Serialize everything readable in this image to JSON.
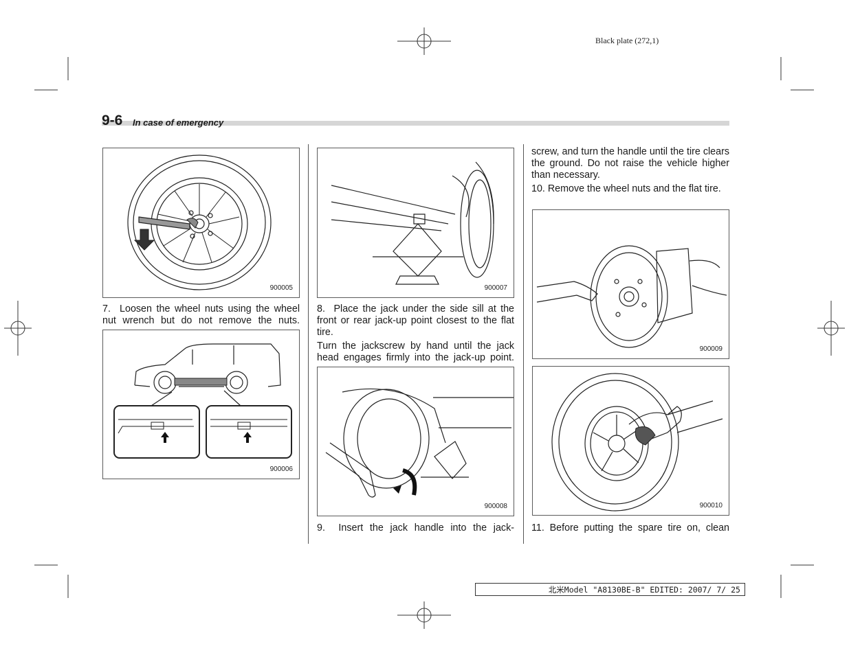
{
  "plate_label": "Black plate (272,1)",
  "header": {
    "page_number": "9-6",
    "section_title": "In case of emergency"
  },
  "figures": {
    "f900005": "900005",
    "f900006": "900006",
    "f900007": "900007",
    "f900008": "900008",
    "f900009": "900009",
    "f900010": "900010"
  },
  "steps": {
    "step7": "7.  Loosen the wheel nuts using the wheel nut wrench but do not remove the nuts.",
    "step8": "8.  Place the jack under the side sill at the front or rear jack-up point closest to the flat tire.",
    "step8b": "Turn the jackscrew by hand until the jack head engages firmly into the jack-up point.",
    "step9": "9.  Insert the jack handle into the jack-",
    "step9_cont": "screw, and turn the handle until the tire clears the ground. Do not raise the vehicle higher than necessary.",
    "step10": "10. Remove the wheel nuts and the flat tire.",
    "step11": "11. Before putting the spare tire on, clean"
  },
  "footer": {
    "model_info": "北米Model \"A8130BE-B\" EDITED: 2007/ 7/ 25"
  }
}
